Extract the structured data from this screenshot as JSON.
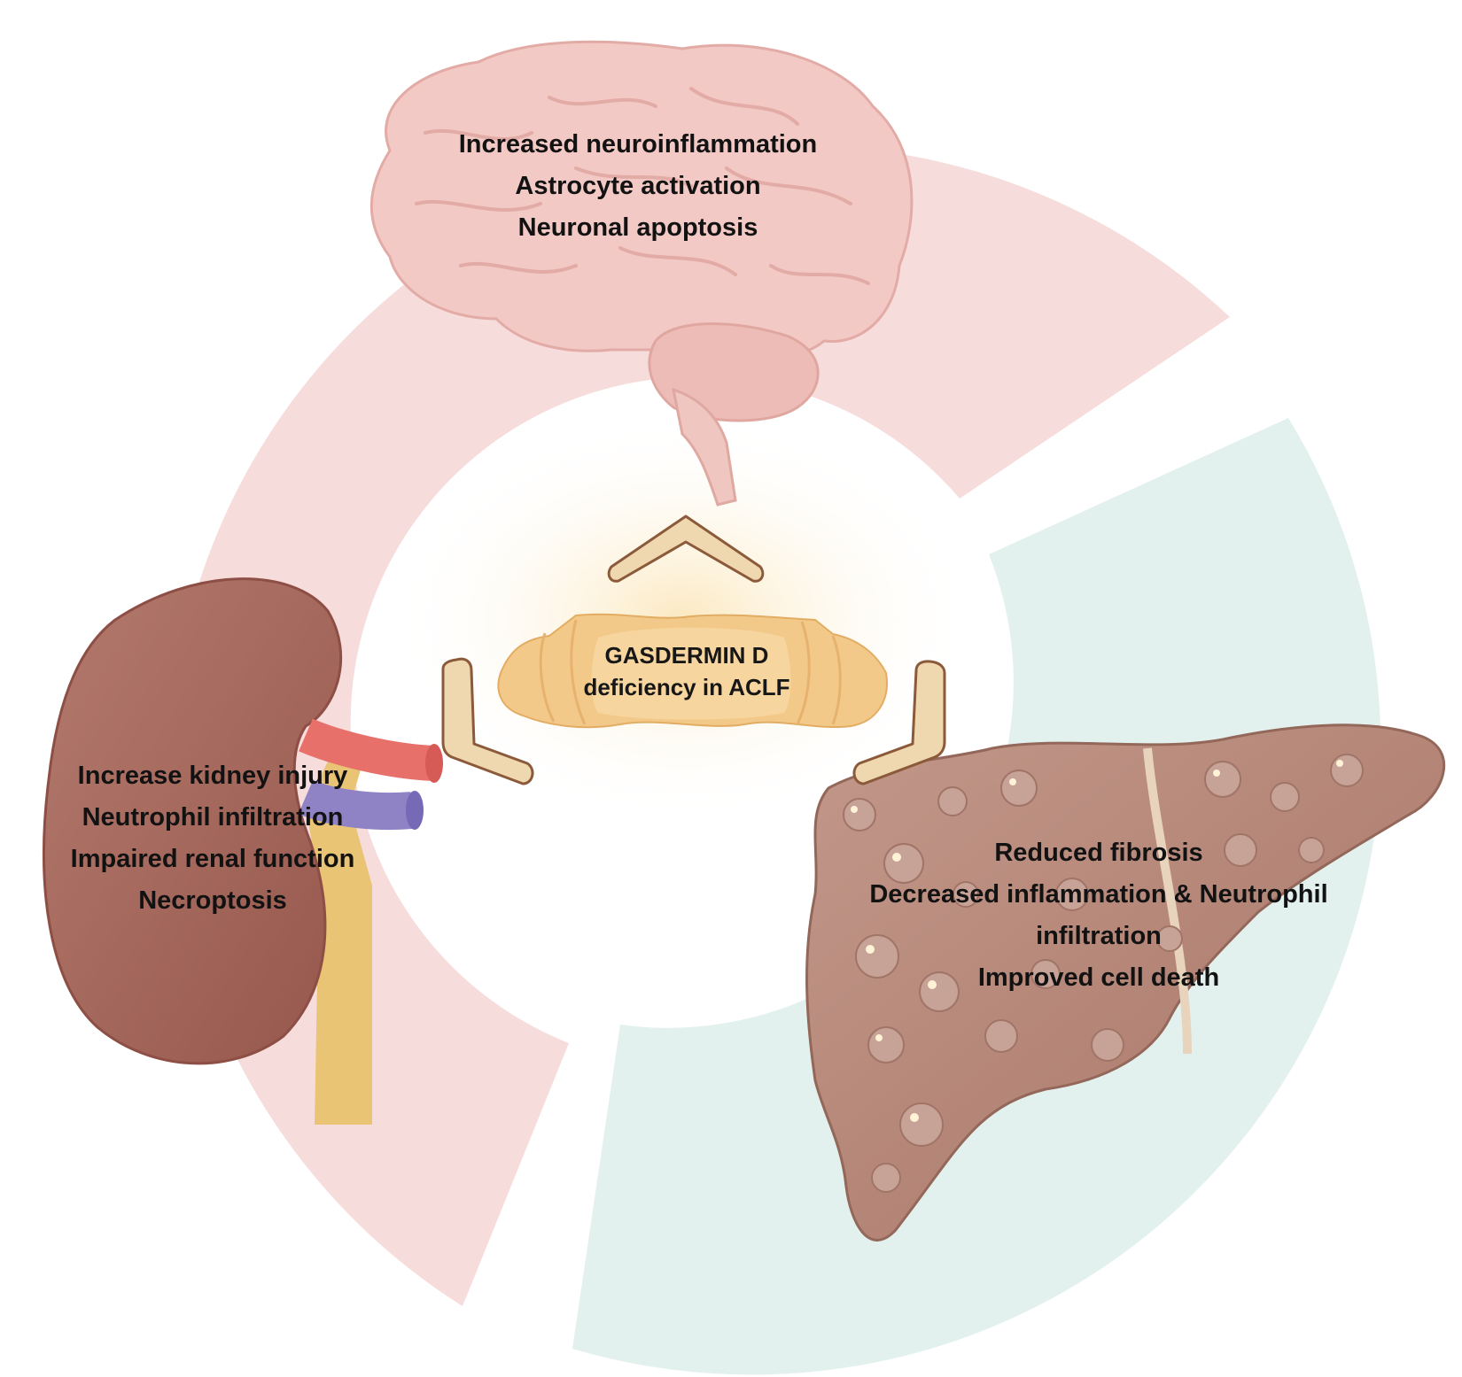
{
  "center": {
    "line1": "GASDERMIN D",
    "line2": "deficiency in ACLF"
  },
  "brain": {
    "effects": [
      "Increased neuroinflammation",
      "Astrocyte activation",
      "Neuronal apoptosis"
    ]
  },
  "kidney": {
    "effects": [
      "Increase kidney injury",
      "Neutrophil infiltration",
      "Impaired renal function",
      "Necroptosis"
    ]
  },
  "liver": {
    "effects": [
      "Reduced fibrosis",
      "Decreased inflammation & Neutrophil",
      "infiltration",
      "Improved cell death"
    ]
  },
  "colors": {
    "pink_band": "#f7dcdc",
    "teal_band": "#e3f1ee",
    "brain": "#f2c9c5",
    "kidney": "#a8695e",
    "liver": "#b58677",
    "protein": "#f3c98a",
    "arrow": "#efd7b0"
  }
}
